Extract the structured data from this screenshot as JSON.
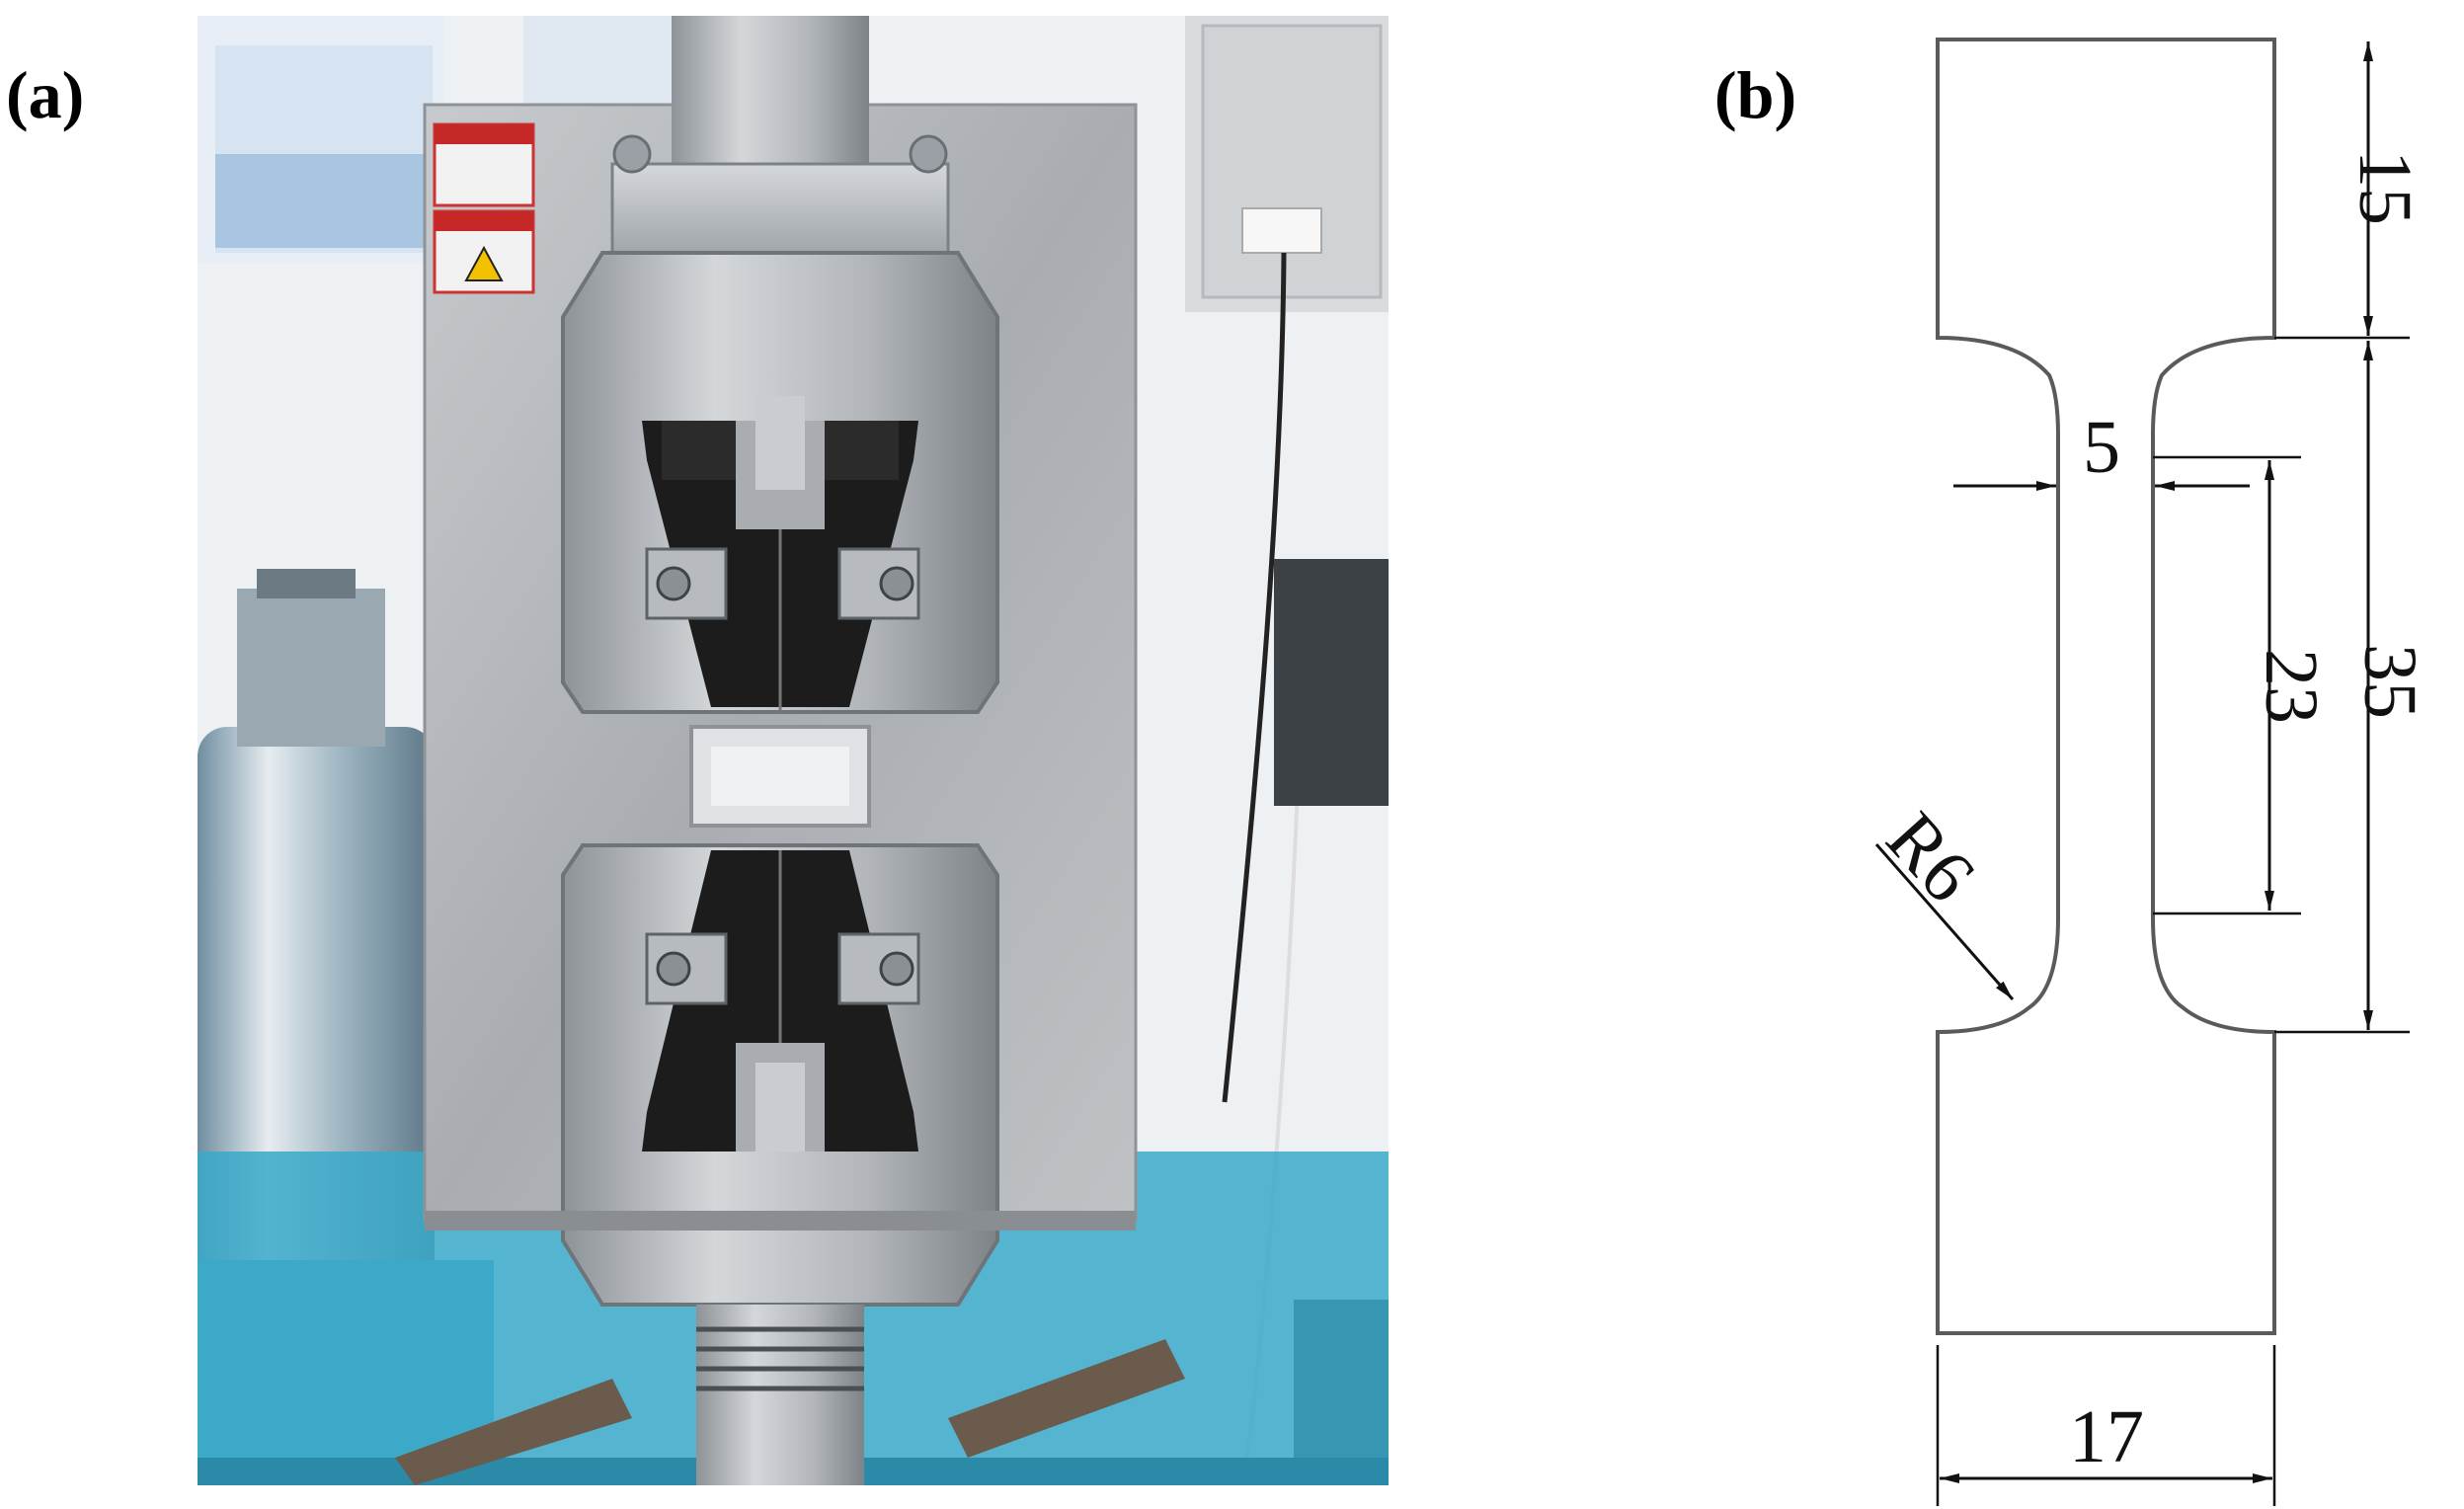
{
  "panels": {
    "a": {
      "label": "(a)",
      "content": "photo"
    },
    "b": {
      "label": "(b)",
      "content": "specimen-drawing"
    }
  },
  "dimensions": {
    "grip_length": "15",
    "gauge_width": "5",
    "gauge_length": "23",
    "neck_length": "35",
    "fillet_radius": "R6",
    "total_width": "17"
  },
  "colors": {
    "outline": "#5a5a5a",
    "dimension_line": "#111111",
    "steel": "#b8bcc0",
    "jaw": "#1c1c1c",
    "wall": "#f2f4f5",
    "table": "#3aa9c9"
  }
}
